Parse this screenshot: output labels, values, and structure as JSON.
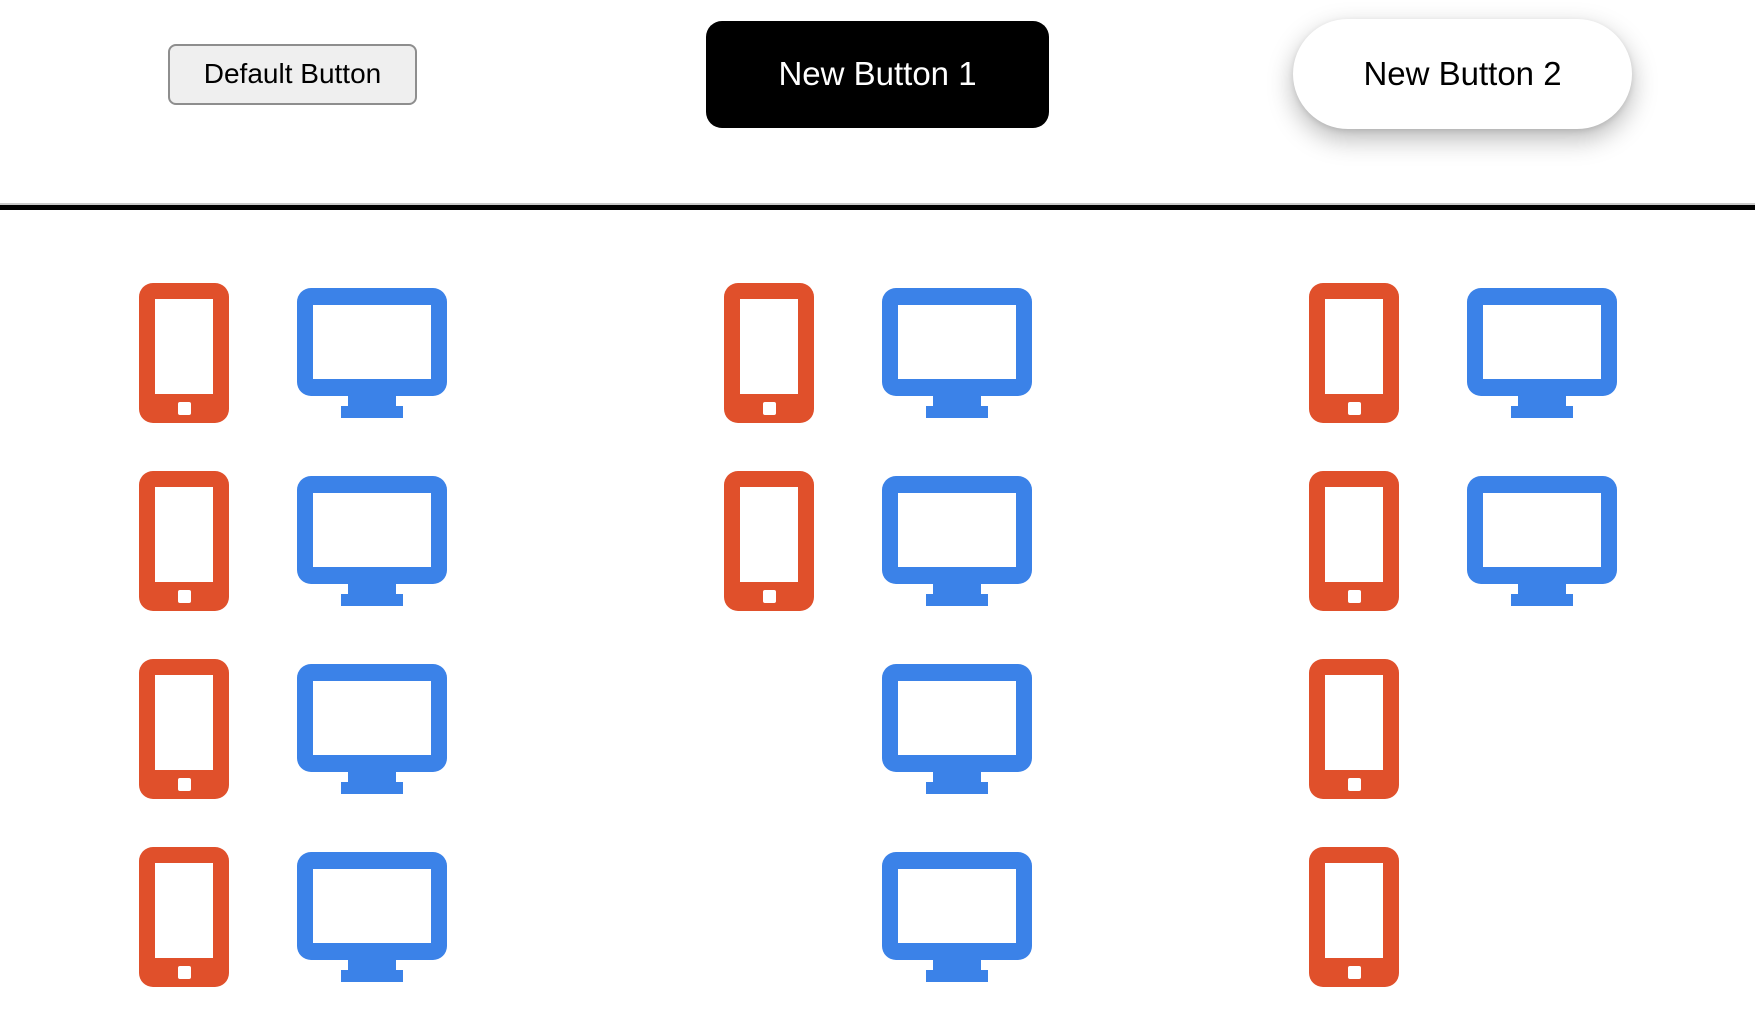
{
  "header": {
    "buttons": [
      {
        "label": "Default Button",
        "style": "default"
      },
      {
        "label": "New Button 1",
        "style": "dark-rounded"
      },
      {
        "label": "New Button 2",
        "style": "white-pill"
      }
    ]
  },
  "colors": {
    "phone_icon": "#E0502B",
    "monitor_icon": "#3B82E8",
    "dark_button_bg": "#000000",
    "dark_button_text": "#ffffff",
    "default_button_bg": "#efefef",
    "default_button_border": "#8e8e8e",
    "divider": "#000000",
    "page_background": "#ffffff"
  },
  "icons": {
    "phone": "phone-icon",
    "monitor": "monitor-icon"
  },
  "icon_grid": {
    "columns": [
      {
        "name": "column-1",
        "rows": [
          {
            "phone": true,
            "monitor": true
          },
          {
            "phone": true,
            "monitor": true
          },
          {
            "phone": true,
            "monitor": true
          },
          {
            "phone": true,
            "monitor": true
          }
        ]
      },
      {
        "name": "column-2",
        "rows": [
          {
            "phone": true,
            "monitor": true
          },
          {
            "phone": true,
            "monitor": true
          },
          {
            "phone": false,
            "monitor": true
          },
          {
            "phone": false,
            "monitor": true
          }
        ]
      },
      {
        "name": "column-3",
        "rows": [
          {
            "phone": true,
            "monitor": true
          },
          {
            "phone": true,
            "monitor": true
          },
          {
            "phone": true,
            "monitor": false
          },
          {
            "phone": true,
            "monitor": false
          }
        ]
      }
    ]
  }
}
